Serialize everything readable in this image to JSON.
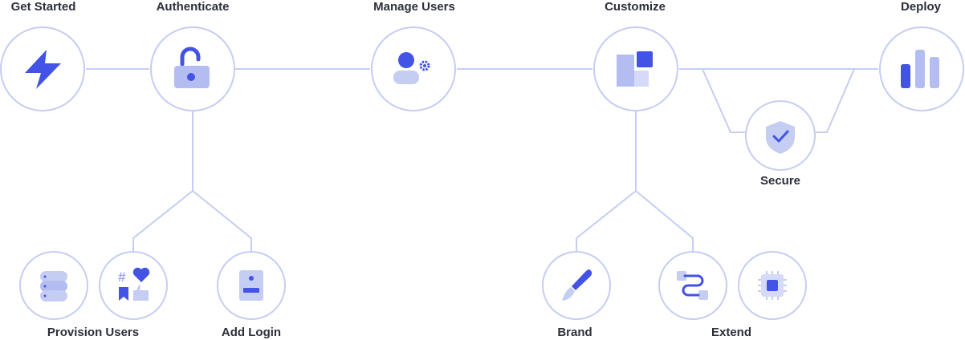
{
  "colors": {
    "line": "#c5cdf3",
    "circle_stroke": "#c5cdf3",
    "accent": "#4353e6",
    "accent_light": "#b3bdf2",
    "accent_pale": "#d4daf8",
    "text": "#2b2f3a"
  },
  "nodes": {
    "get_started": {
      "label": "Get Started",
      "icon": "lightning-bolt-icon"
    },
    "authenticate": {
      "label": "Authenticate",
      "icon": "unlocked-padlock-icon"
    },
    "manage_users": {
      "label": "Manage Users",
      "icon": "user-settings-icon"
    },
    "customize": {
      "label": "Customize",
      "icon": "layout-blocks-icon"
    },
    "deploy": {
      "label": "Deploy",
      "icon": "bar-chart-icon"
    },
    "secure": {
      "label": "Secure",
      "icon": "shield-check-icon"
    },
    "provision_users": {
      "label": "Provision Users",
      "icons": [
        "database-icon",
        "social-icons-icon"
      ]
    },
    "add_login": {
      "label": "Add Login",
      "icon": "id-badge-icon"
    },
    "brand": {
      "label": "Brand",
      "icon": "paintbrush-icon"
    },
    "extend": {
      "label": "Extend",
      "icons": [
        "connector-blocks-icon",
        "chip-icon"
      ]
    }
  }
}
